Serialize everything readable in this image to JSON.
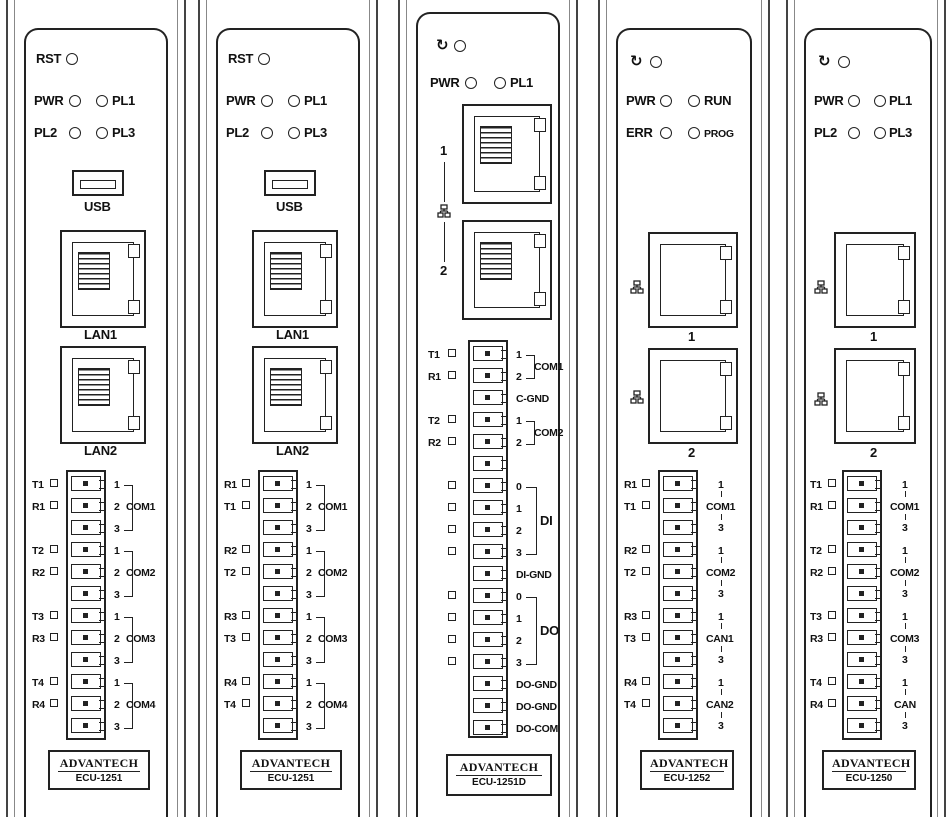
{
  "devices": [
    {
      "model": "ECU-1251",
      "brand": "ADVANTECH",
      "rst": "RST",
      "led_labels": [
        "PWR",
        "PL1",
        "PL2",
        "PL3"
      ],
      "usb": "USB",
      "lan": [
        "LAN1",
        "LAN2"
      ],
      "sq_labels": [
        "T1",
        "R1",
        "T2",
        "R2",
        "T3",
        "R3",
        "T4",
        "R4"
      ],
      "pins": [
        "1",
        "2",
        "3",
        "1",
        "2",
        "3",
        "1",
        "2",
        "3",
        "1",
        "2",
        "3"
      ],
      "ports": [
        "COM1",
        "COM2",
        "COM3",
        "COM4"
      ]
    },
    {
      "model": "ECU-1251",
      "brand": "ADVANTECH",
      "rst": "RST",
      "led_labels": [
        "PWR",
        "PL1",
        "PL2",
        "PL3"
      ],
      "usb": "USB",
      "lan": [
        "LAN1",
        "LAN2"
      ],
      "sq_labels": [
        "R1",
        "T1",
        "R2",
        "T2",
        "R3",
        "T3",
        "R4",
        "T4"
      ],
      "pins": [
        "1",
        "2",
        "3",
        "1",
        "2",
        "3",
        "1",
        "2",
        "3",
        "1",
        "2",
        "3"
      ],
      "ports": [
        "COM1",
        "COM2",
        "COM3",
        "COM4"
      ]
    },
    {
      "model": "ECU-1251D",
      "brand": "ADVANTECH",
      "led_labels": [
        "PWR",
        "PL1"
      ],
      "lan_numbers": [
        "1",
        "2"
      ],
      "sq_labels": [
        "T1",
        "R1",
        "T2",
        "R2"
      ],
      "serial_pins": [
        "1",
        "2",
        "1",
        "2"
      ],
      "ports": [
        "COM1",
        "C-GND",
        "COM2"
      ],
      "di_pins": [
        "0",
        "1",
        "2",
        "3"
      ],
      "di_label": "DI",
      "di_gnd": "DI-GND",
      "do_pins": [
        "0",
        "1",
        "2",
        "3"
      ],
      "do_label": "DO",
      "bottom_labels": [
        "DO-GND",
        "DO-GND",
        "DO-COM"
      ]
    },
    {
      "model": "ECU-1252",
      "brand": "ADVANTECH",
      "led_labels": [
        "PWR",
        "RUN",
        "ERR",
        "PROG"
      ],
      "lan_numbers": [
        "1",
        "2"
      ],
      "sq_labels": [
        "R1",
        "T1",
        "R2",
        "T2",
        "R3",
        "T3",
        "R4",
        "T4"
      ],
      "pins": [
        "1",
        "3",
        "1",
        "3",
        "1",
        "3",
        "1",
        "3"
      ],
      "ports": [
        "COM1",
        "COM2",
        "CAN1",
        "CAN2"
      ]
    },
    {
      "model": "ECU-1250",
      "brand": "ADVANTECH",
      "led_labels": [
        "PWR",
        "PL1",
        "PL2",
        "PL3"
      ],
      "lan_numbers": [
        "1",
        "2"
      ],
      "sq_labels": [
        "T1",
        "R1",
        "T2",
        "R2",
        "T3",
        "R3",
        "T4",
        "R4"
      ],
      "pins": [
        "1",
        "3",
        "1",
        "3",
        "1",
        "3",
        "1",
        "3"
      ],
      "ports": [
        "COM1",
        "COM2",
        "COM3",
        "CAN"
      ]
    }
  ]
}
